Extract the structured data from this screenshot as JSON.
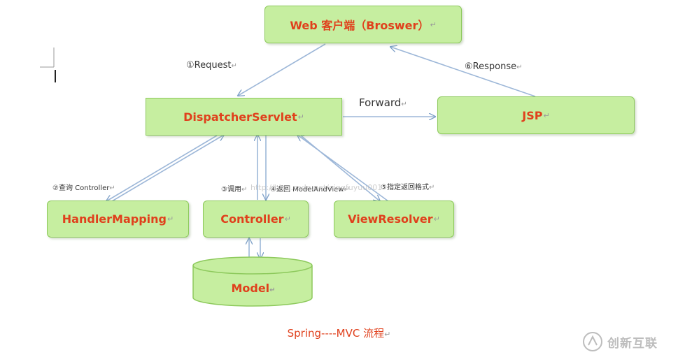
{
  "nodes": {
    "web_client": "Web 客户端（Broswer）",
    "dispatcher": "DispatcherServlet",
    "jsp": "JSP",
    "handler_mapping": "HandlerMapping",
    "controller": "Controller",
    "view_resolver": "ViewResolver",
    "model": "Model"
  },
  "edges": {
    "request": "①Request",
    "response": "⑥Response",
    "forward": "Forward",
    "query_controller": "②查询 Controller",
    "invoke": "③调用",
    "return_model_and_view": "④返回 ModelAndView",
    "specify_return_format": "⑤指定返回格式"
  },
  "caption": "Spring----MVC 流程",
  "paragraph_mark": "↵",
  "watermark_text": "创新互联",
  "ghost_text": "http://blog.csdn.net/qingfuyuu001"
}
